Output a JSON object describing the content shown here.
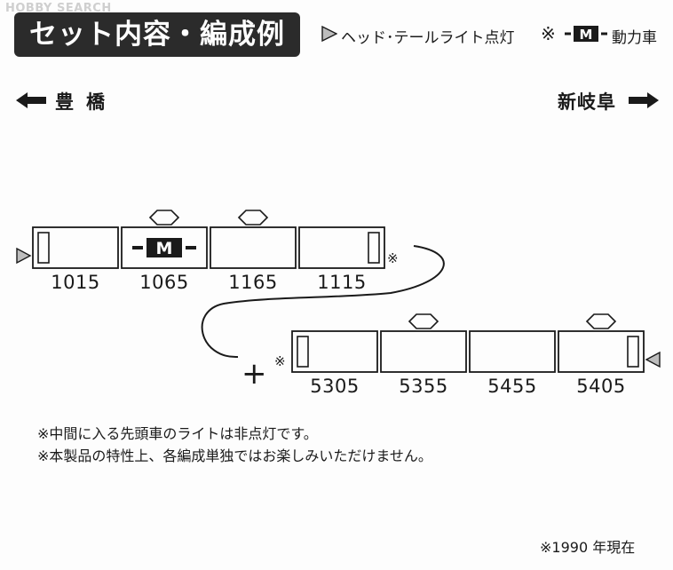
{
  "watermark": "HOBBY SEARCH",
  "title": "セット内容・編成例",
  "legend": {
    "light_label": "ヘッド･テールライト点灯",
    "note_mark": "※",
    "motor_symbol": "M",
    "motor_label": "動力車"
  },
  "direction": {
    "left": "豊橋",
    "right": "新岐阜"
  },
  "formation_1": [
    {
      "number": "1015",
      "cab": "left",
      "motor": false,
      "pantograph": false,
      "headlight": true
    },
    {
      "number": "1065",
      "cab": "none",
      "motor": true,
      "pantograph": true,
      "headlight": false
    },
    {
      "number": "1165",
      "cab": "none",
      "motor": false,
      "pantograph": true,
      "headlight": false
    },
    {
      "number": "1115",
      "cab": "right",
      "motor": false,
      "pantograph": false,
      "headlight": false
    }
  ],
  "formation_2": [
    {
      "number": "5305",
      "cab": "left",
      "motor": false,
      "pantograph": false,
      "headlight": false
    },
    {
      "number": "5355",
      "cab": "none",
      "motor": false,
      "pantograph": true,
      "headlight": false
    },
    {
      "number": "5455",
      "cab": "none",
      "motor": false,
      "pantograph": false,
      "headlight": false
    },
    {
      "number": "5405",
      "cab": "right",
      "motor": false,
      "pantograph": true,
      "headlight": true
    }
  ],
  "coupling_mark": "※",
  "plus_mark": "+",
  "footnotes": [
    "※中間に入る先頭車のライトは非点灯です。",
    "※本製品の特性上、各編成単独ではお楽しみいただけません。"
  ],
  "year_note": "※1990 年現在",
  "colors": {
    "ink": "#1a1a1a",
    "light_fill": "#bdbdbd",
    "title_bg": "#2b2b2b"
  }
}
